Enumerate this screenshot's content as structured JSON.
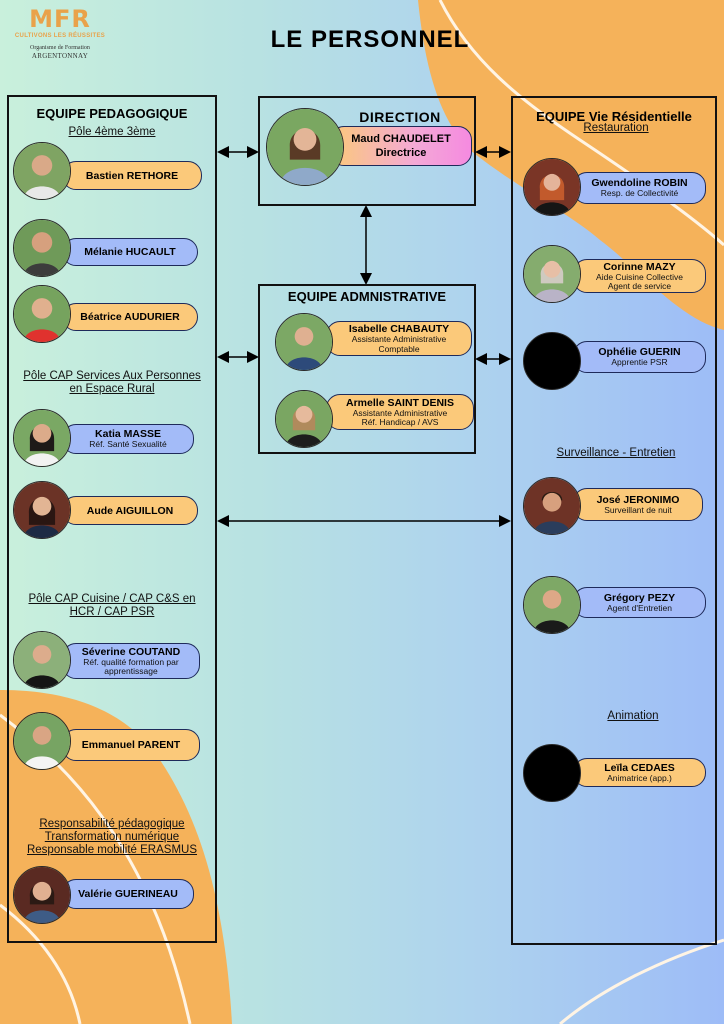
{
  "logo": {
    "mark": "MFR",
    "slogan": "CULTIVONS LES RÉUSSITES",
    "org": "Organisme de Formation",
    "city": "ARGENTONNAY"
  },
  "page": {
    "title": "LE PERSONNEL"
  },
  "colors": {
    "pill_orange": "#fbc97a",
    "pill_blue": "#a3bbf8",
    "deco_orange": "#f5b25a",
    "frame": "#111111"
  },
  "pedagogique": {
    "title": "EQUIPE PEDAGOGIQUE",
    "group1": "Pôle 4ème 3ème",
    "group2_l1": "Pôle CAP Services Aux Personnes",
    "group2_l2": "en Espace Rural",
    "group3_l1": "Pôle CAP Cuisine / CAP C&S en",
    "group3_l2": "HCR / CAP PSR",
    "group4_l1": "Responsabilité pédagogique",
    "group4_l2": "Transformation numérique",
    "group4_l3": "Responsable mobilité ERASMUS",
    "people": [
      {
        "name": "Bastien RETHORE"
      },
      {
        "name": "Mélanie HUCAULT"
      },
      {
        "name": "Béatrice AUDURIER"
      },
      {
        "name": "Katia MASSE",
        "role": "Réf. Santé Sexualité"
      },
      {
        "name": "Aude AIGUILLON"
      },
      {
        "name": "Séverine COUTAND",
        "role_l1": "Réf. qualité formation par",
        "role_l2": "apprentissage"
      },
      {
        "name": "Emmanuel PARENT"
      },
      {
        "name": "Valérie GUERINEAU"
      }
    ]
  },
  "direction": {
    "title": "DIRECTION",
    "name": "Maud CHAUDELET",
    "role": "Directrice"
  },
  "administrative": {
    "title": "EQUIPE ADMNISTRATIVE",
    "people": [
      {
        "name": "Isabelle CHABAUTY",
        "role_l1": "Assistante Administrative",
        "role_l2": "Comptable"
      },
      {
        "name": "Armelle SAINT DENIS",
        "role_l1": "Assistante Administrative",
        "role_l2": "Réf. Handicap / AVS"
      }
    ]
  },
  "residentielle": {
    "title": "EQUIPE Vie Résidentielle",
    "restauration": "Restauration",
    "surveillance": "Surveillance - Entretien",
    "animation": "Animation",
    "people": [
      {
        "name": "Gwendoline ROBIN",
        "role": "Resp. de Collectivité"
      },
      {
        "name": "Corinne MAZY",
        "role_l1": "Aide Cuisine Collective",
        "role_l2": "Agent de service"
      },
      {
        "name": "Ophélie GUERIN",
        "role": "Apprentie PSR"
      },
      {
        "name": "José JERONIMO",
        "role": "Surveillant de nuit"
      },
      {
        "name": "Grégory PEZY",
        "role": "Agent d'Entretien"
      },
      {
        "name": "Leïla CEDAES",
        "role": "Animatrice (app.)"
      }
    ]
  }
}
